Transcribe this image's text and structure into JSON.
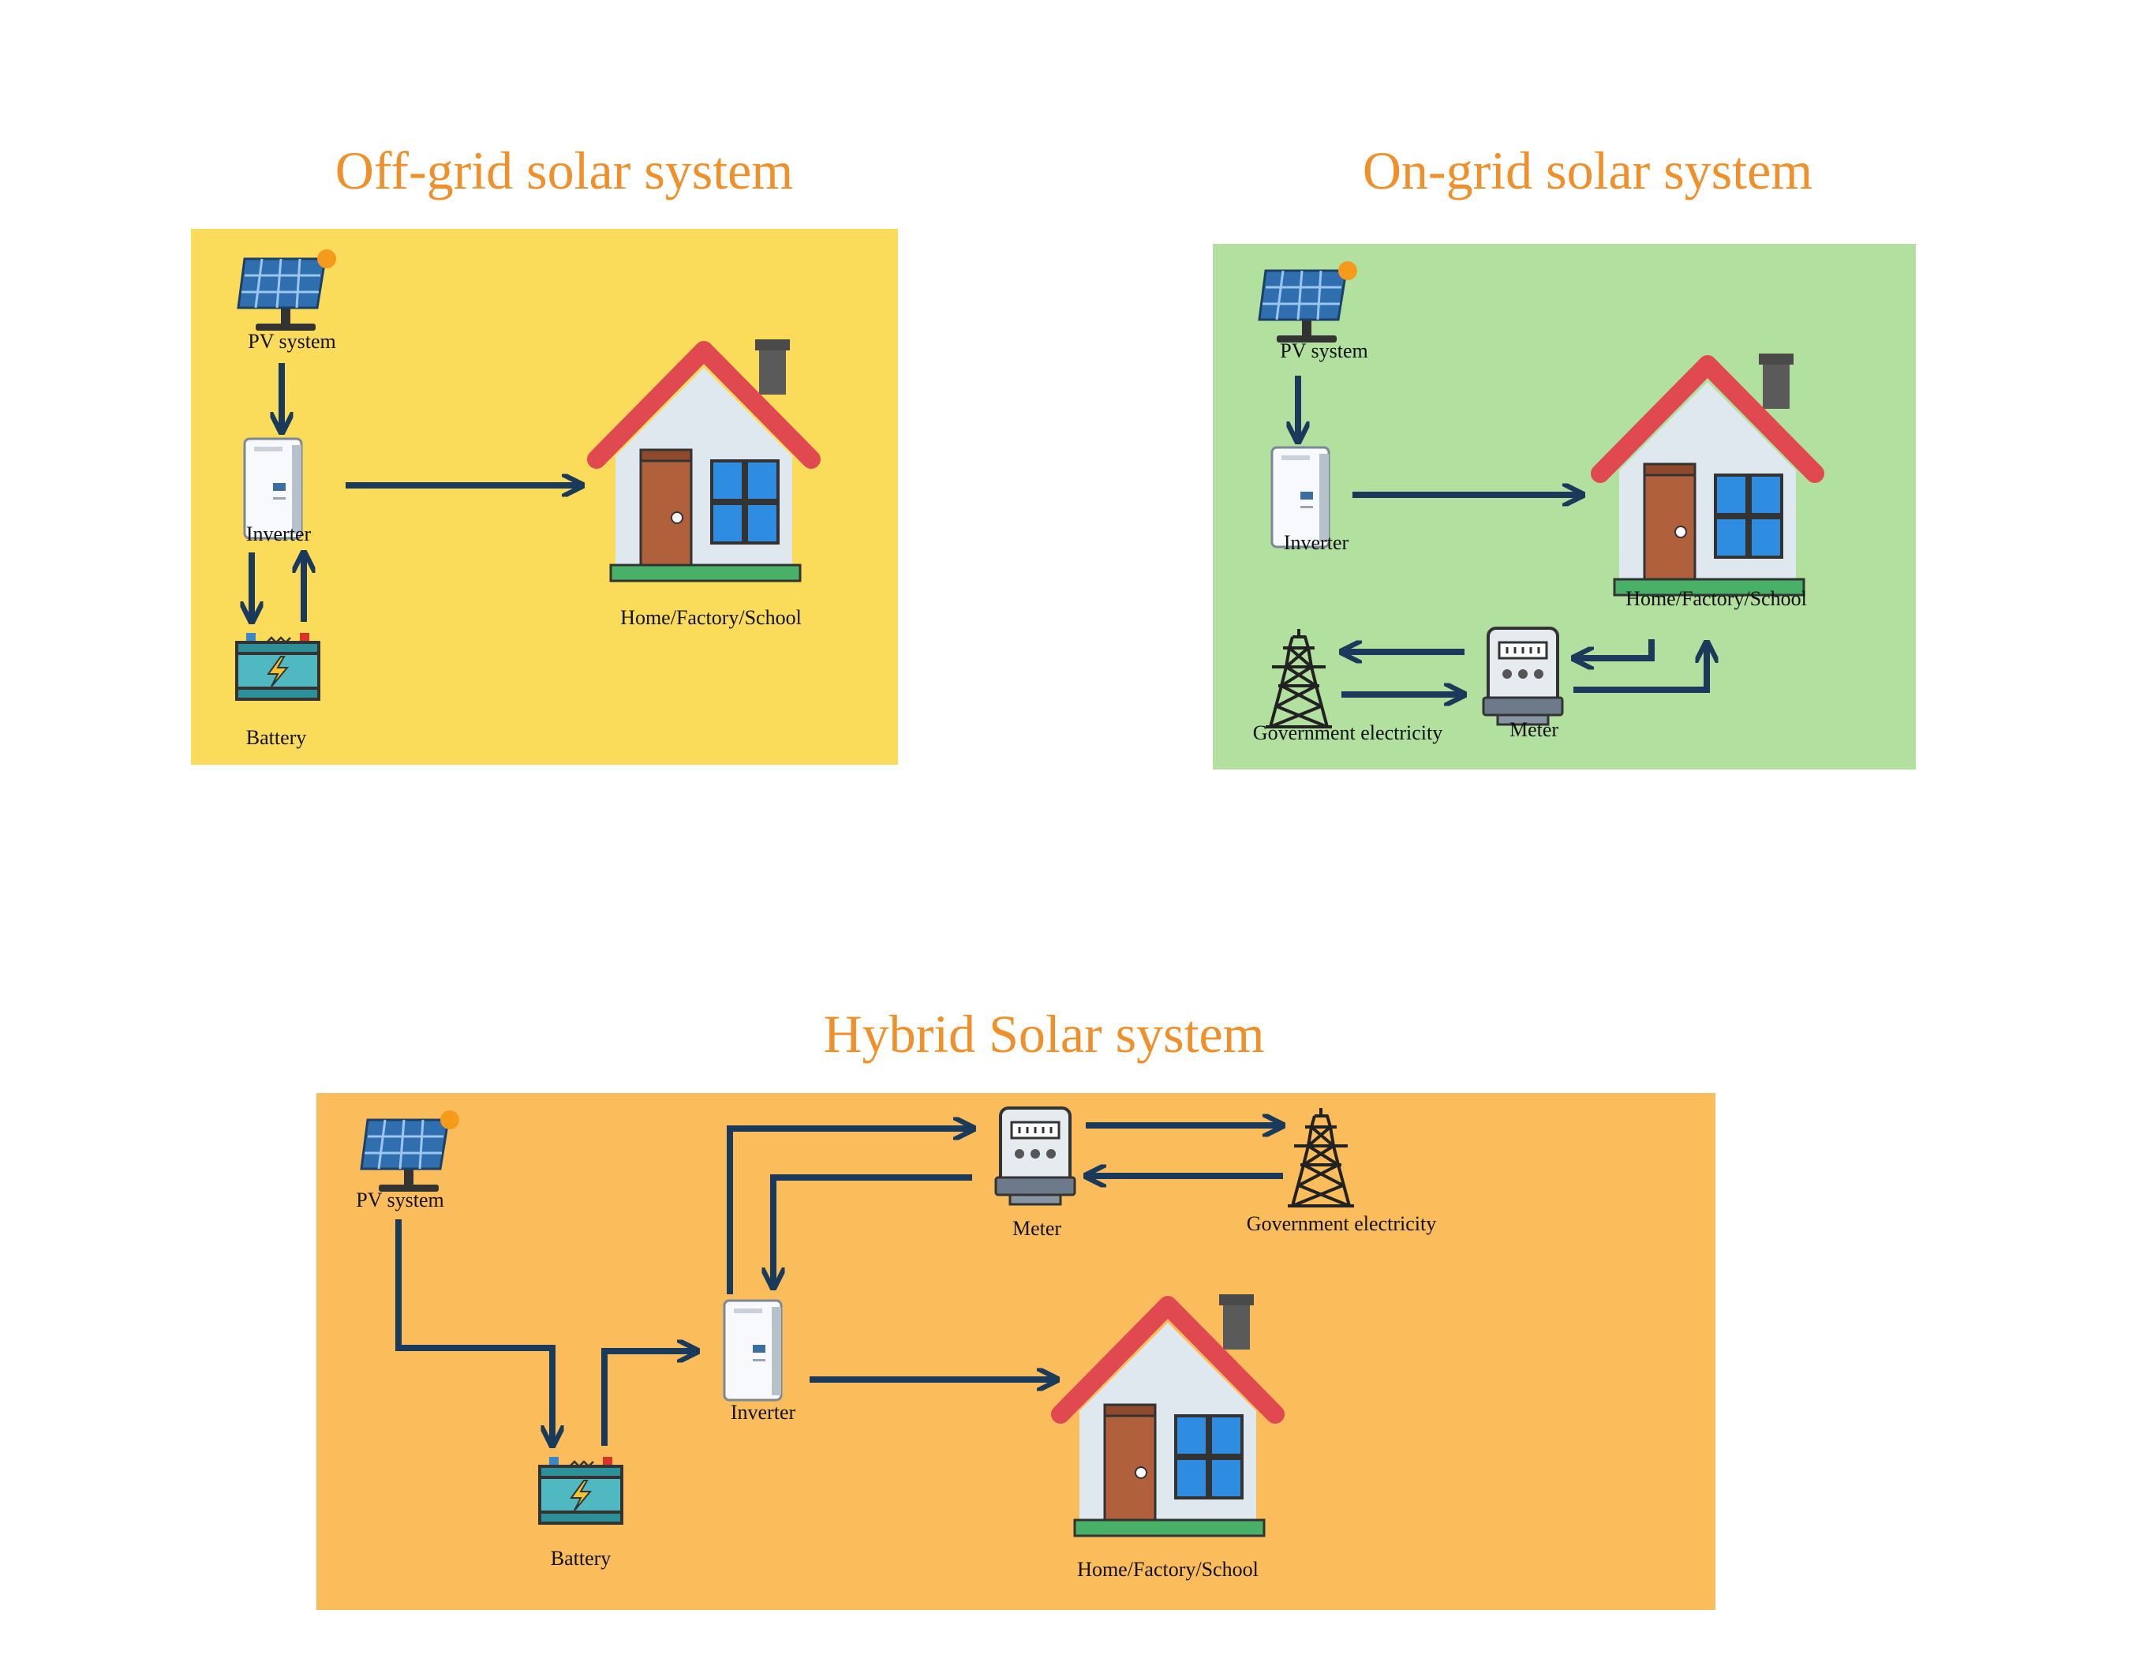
{
  "offgrid": {
    "title": "Off-grid solar system",
    "pv_label": "PV system",
    "inverter_label": "Inverter",
    "battery_label": "Battery",
    "home_label": "Home/Factory/School"
  },
  "ongrid": {
    "title": "On-grid solar system",
    "pv_label": "PV system",
    "inverter_label": "Inverter",
    "home_label": "Home/Factory/School",
    "grid_label": "Government electricity",
    "meter_label": "Meter"
  },
  "hybrid": {
    "title": "Hybrid Solar system",
    "pv_label": "PV system",
    "inverter_label": "Inverter",
    "battery_label": "Battery",
    "home_label": "Home/Factory/School",
    "meter_label": "Meter",
    "grid_label": "Government electricity"
  },
  "colors": {
    "title": "#f0902a",
    "offgrid_bg": "#fbdc5a",
    "ongrid_bg": "#b1e09f",
    "hybrid_bg": "#fbbc5c",
    "arrow": "#1a3a5c"
  },
  "icons": [
    "solar-panel-icon",
    "inverter-icon",
    "battery-icon",
    "house-icon",
    "meter-icon",
    "power-tower-icon"
  ]
}
